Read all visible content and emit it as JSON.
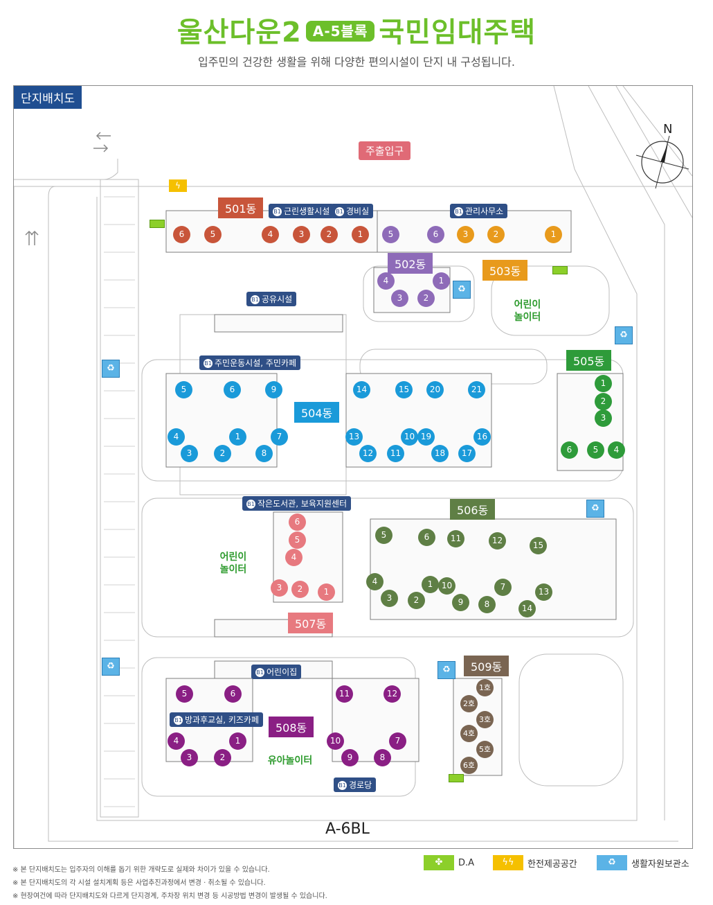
{
  "header": {
    "title_pre": "울산다운2",
    "title_chip": "A-5블록",
    "title_post": "국민임대주택",
    "subtitle": "입주민의 건강한 생활을 위해 다양한 편의시설이 단지 내 구성됩니다."
  },
  "map": {
    "title": "단지배치도",
    "entrance": "주출입구",
    "north": "N",
    "adjacent_block": "A-6BL",
    "playground": "어린이\n놀이터",
    "toddler_playground": "유아놀이터",
    "b1": "B1"
  },
  "facilities": {
    "neighborhood": "근린생활시설",
    "guard": "경비실",
    "management": "관리사무소",
    "shared": "공유시설",
    "gym_cafe": "주민운동시설, 주민카페",
    "library": "작은도서관, 보육지원센터",
    "daycare": "어린이집",
    "afterschool": "방과후교실, 키즈카페",
    "senior": "경로당"
  },
  "buildings": {
    "b501": {
      "name": "501동",
      "color": "#c8553a",
      "units": [
        "6",
        "5",
        "4",
        "3",
        "2",
        "1"
      ]
    },
    "b502": {
      "name": "502동",
      "color": "#8e6bb8",
      "units": [
        "5",
        "6",
        "4",
        "1",
        "3",
        "2"
      ]
    },
    "b503": {
      "name": "503동",
      "color": "#e89a1c",
      "units": [
        "3",
        "2",
        "1"
      ]
    },
    "b504": {
      "name": "504동",
      "color": "#1a9ad9",
      "units": [
        "5",
        "6",
        "9",
        "14",
        "15",
        "20",
        "21",
        "4",
        "1",
        "7",
        "13",
        "10",
        "19",
        "16",
        "3",
        "2",
        "8",
        "12",
        "11",
        "18",
        "17"
      ]
    },
    "b505": {
      "name": "505동",
      "color": "#2e9b3a",
      "units": [
        "1",
        "2",
        "3",
        "6",
        "5",
        "4"
      ]
    },
    "b506": {
      "name": "506동",
      "color": "#5f7f45",
      "units": [
        "5",
        "6",
        "11",
        "12",
        "15",
        "4",
        "1",
        "10",
        "7",
        "13",
        "3",
        "2",
        "9",
        "8",
        "14"
      ]
    },
    "b507": {
      "name": "507동",
      "color": "#e7797f",
      "units": [
        "6",
        "5",
        "4",
        "3",
        "2",
        "1"
      ]
    },
    "b508": {
      "name": "508동",
      "color": "#8a1f84",
      "units": [
        "5",
        "6",
        "11",
        "12",
        "4",
        "1",
        "10",
        "7",
        "3",
        "2",
        "9",
        "8"
      ]
    },
    "b509": {
      "name": "509동",
      "color": "#7a6552",
      "units": [
        "1호",
        "2호",
        "3호",
        "4호",
        "5호",
        "6호"
      ]
    }
  },
  "legend": {
    "da": "D.A",
    "hanjeon": "한전제공공간",
    "recycle": "생활자원보관소",
    "da_icon": "fan-icon",
    "hanjeon_icon": "lightning-icon",
    "recycle_icon": "recycle-icon"
  },
  "notes": [
    "※ 본 단지배치도는 입주자의 이해를 돕기 위한 개략도로 실제와 차이가 있을 수 있습니다.",
    "※ 본 단지배치도의 각 시설 설치계획 등은 사업추진과정에서 변경 · 취소될 수 있습니다.",
    "※ 현장여건에 따라 단지배치도와 다르게 단지경계, 주차장 위치 변경 등 시공방법 변경이 발생될 수 있습니다."
  ]
}
